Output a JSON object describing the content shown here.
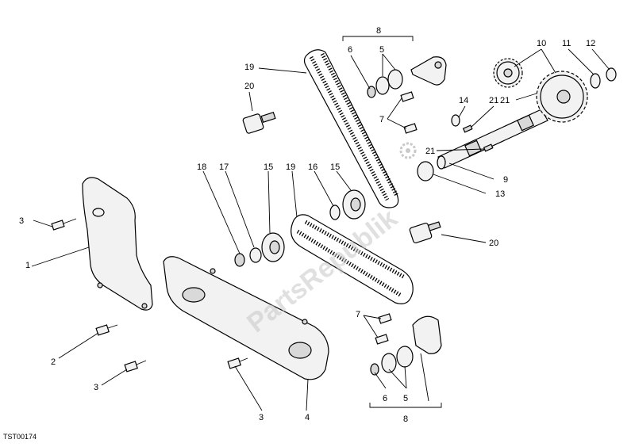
{
  "watermark": "PartsRepublik",
  "sheet_code": "TST00174",
  "callouts": {
    "c1": "1",
    "c2": "2",
    "c3a": "3",
    "c3b": "3",
    "c3c": "3",
    "c4": "4",
    "c5a": "5",
    "c5b": "5",
    "c6a": "6",
    "c6b": "6",
    "c7a": "7",
    "c7b": "7",
    "c8a": "8",
    "c8b": "8",
    "c9": "9",
    "c10": "10",
    "c11": "11",
    "c12": "12",
    "c13": "13",
    "c14": "14",
    "c15a": "15",
    "c15b": "15",
    "c16": "16",
    "c17": "17",
    "c18": "18",
    "c19a": "19",
    "c19b": "19",
    "c20a": "20",
    "c20b": "20",
    "c21a": "21",
    "c21b": "21",
    "c21c": "21"
  }
}
